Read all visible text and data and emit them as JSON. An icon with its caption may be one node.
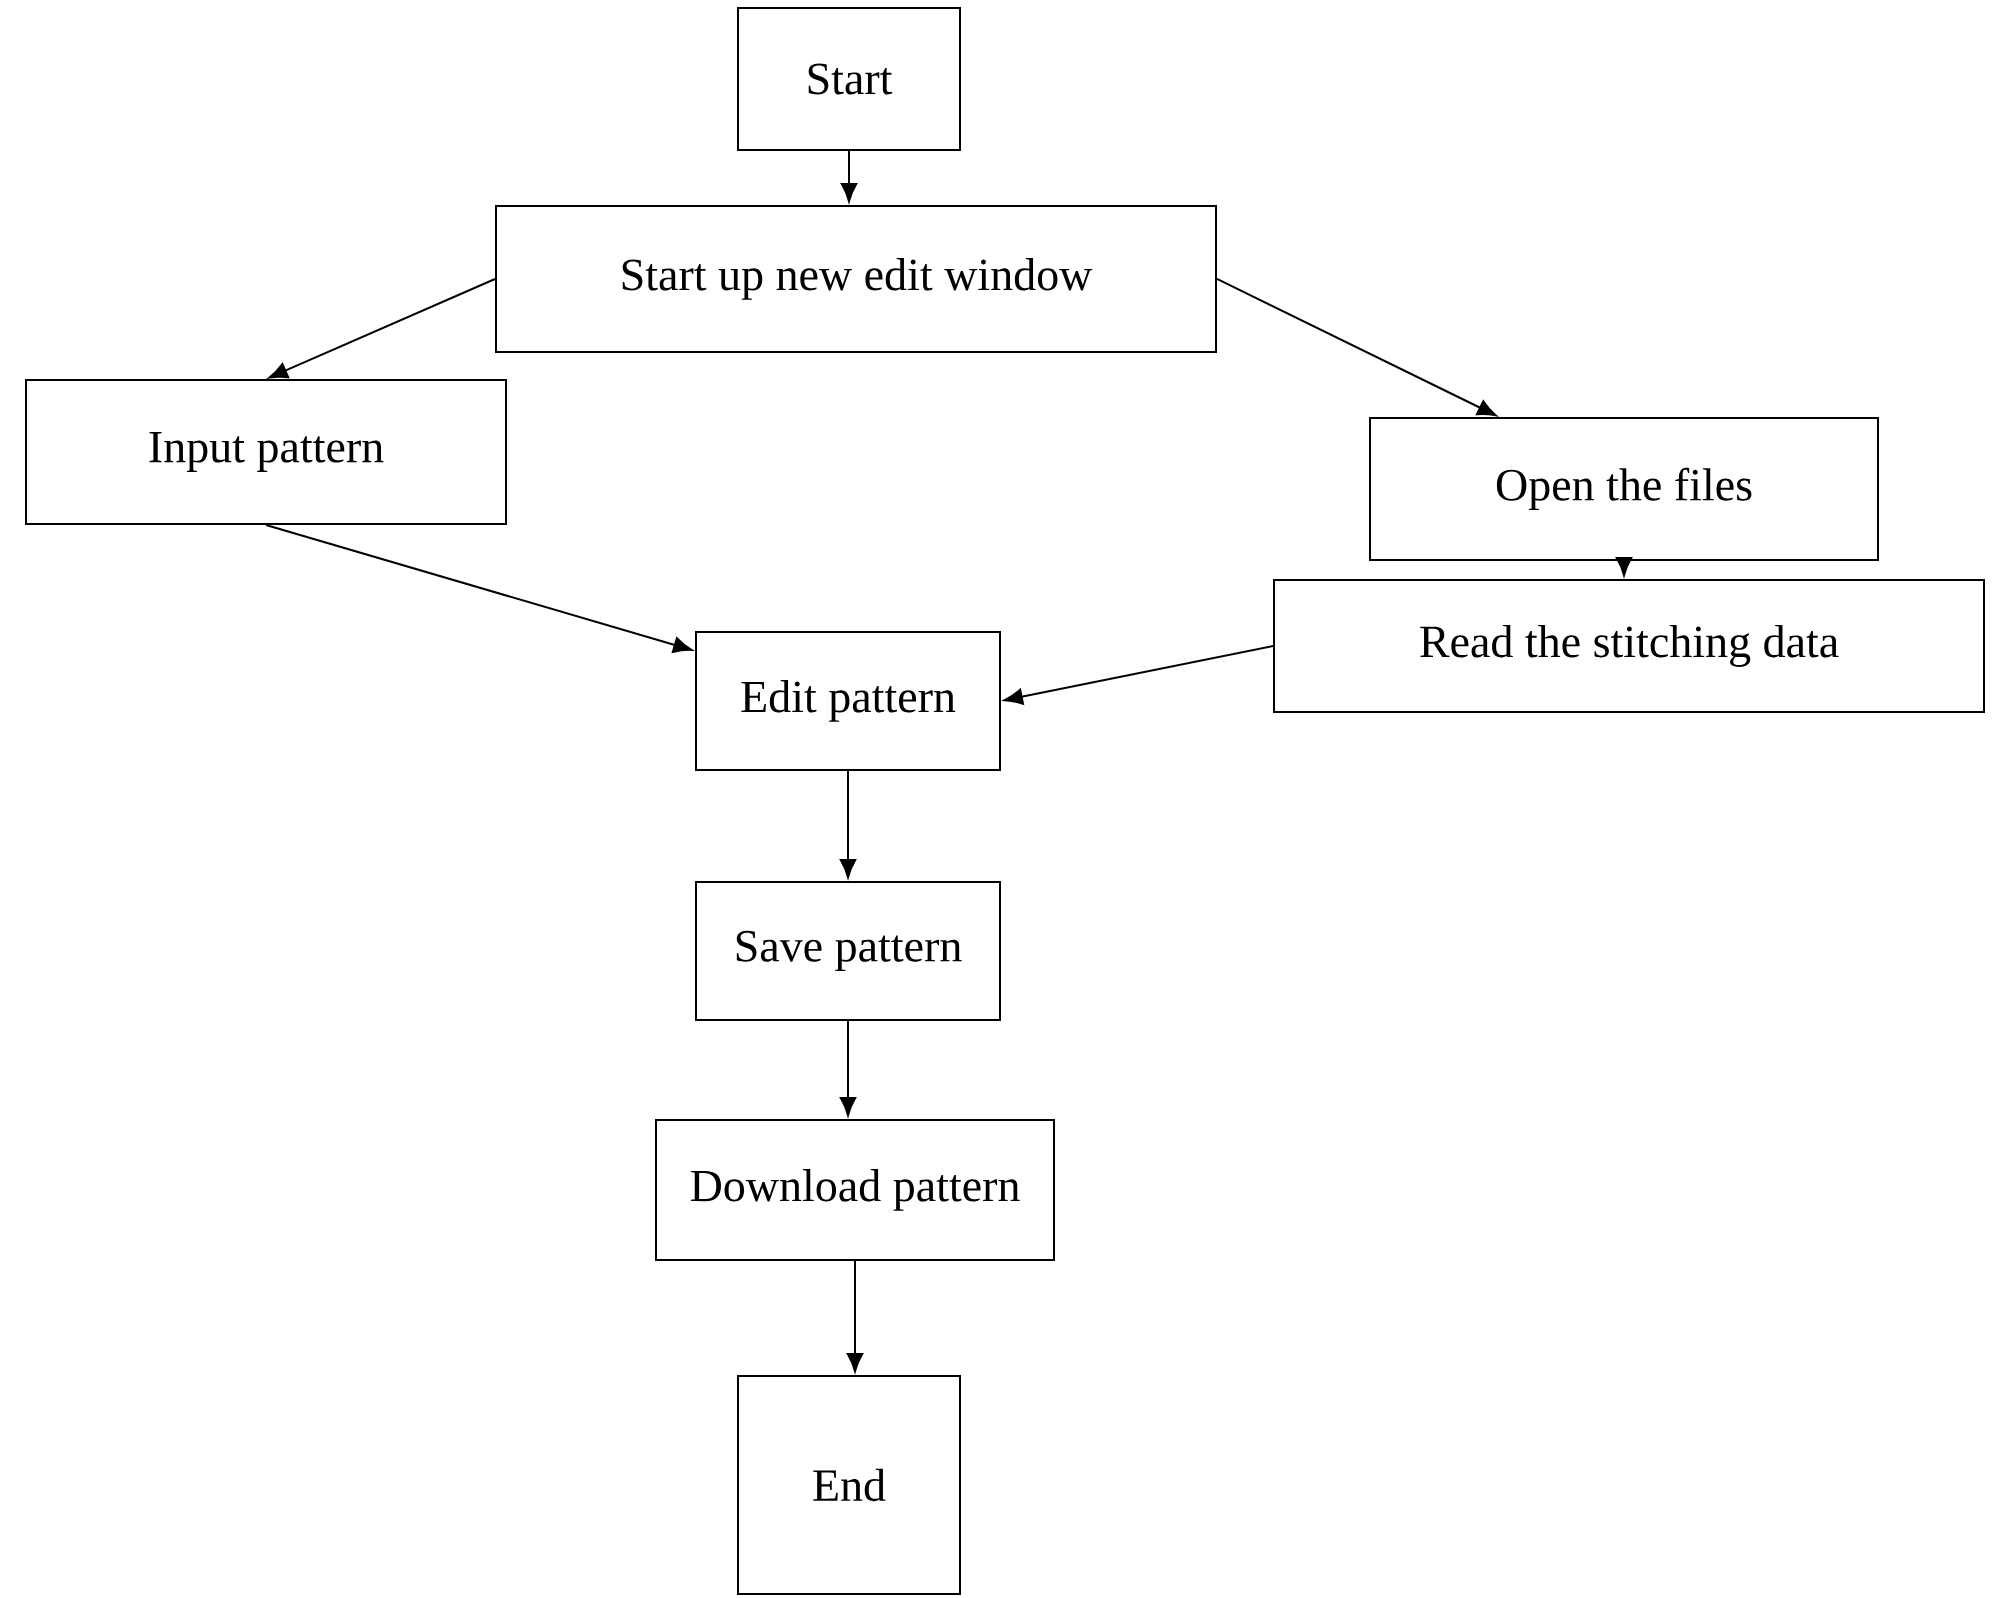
{
  "diagram": {
    "nodes": [
      {
        "text": [
          "Start"
        ]
      },
      {
        "text": [
          "Start up new edit window"
        ]
      },
      {
        "text": [
          "Input pattern"
        ]
      },
      {
        "text": [
          "Open the files"
        ]
      },
      {
        "text": [
          "Read the stitching data"
        ]
      },
      {
        "text": [
          "Edit pattern"
        ]
      },
      {
        "text": [
          "Save pattern"
        ]
      },
      {
        "text": [
          "Download pattern"
        ]
      },
      {
        "text": [
          "End"
        ]
      }
    ],
    "edges": [
      {
        "from": 0,
        "to": 1,
        "arrow": "to"
      },
      {
        "from": 1,
        "to": 2,
        "arrow": "to"
      },
      {
        "from": 1,
        "to": 3,
        "arrow": "to"
      },
      {
        "from": 3,
        "to": 4,
        "arrow": "to"
      },
      {
        "from": 2,
        "to": 5,
        "arrow": "to"
      },
      {
        "from": 4,
        "to": 5,
        "arrow": "to"
      },
      {
        "from": 5,
        "to": 6,
        "arrow": "to"
      },
      {
        "from": 6,
        "to": 7,
        "arrow": "to"
      },
      {
        "from": 7,
        "to": 8,
        "arrow": "to"
      }
    ]
  }
}
